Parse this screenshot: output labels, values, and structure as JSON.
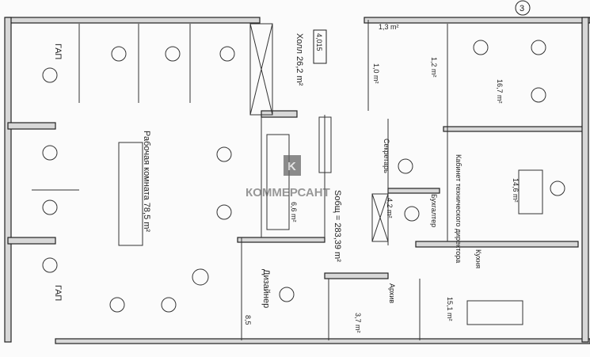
{
  "rooms": {
    "gap_top": "ГАП",
    "gap_bottom": "ГАП",
    "work_room": "Рабочая комната 78,5 m²",
    "hall": "Холл 26,2 m²",
    "mark": "4,015",
    "wc1": "1,3 m²",
    "wc2": "1,0 m²",
    "wc3": "1,2 m²",
    "office_ne": "16,7 m²",
    "secretary": "Секретарь",
    "room_42": "4,2 m²",
    "accountant": "Бухгалтер",
    "tech_director": "Кабинет технического директора",
    "tech_director_area": "14,6 m²",
    "kitchen": "Кухня",
    "kitchen_area": "15,1 m²",
    "archive": "Архив",
    "archive_area": "3,7 m²",
    "designer": "Дизайнер",
    "designer_area": "8,5",
    "storage": "6,6 m²",
    "total": "Sобщ = 283,39 m²",
    "circle_num": "3"
  },
  "watermark": {
    "brand": "КОММЕРСАНТ",
    "letter": "K"
  }
}
